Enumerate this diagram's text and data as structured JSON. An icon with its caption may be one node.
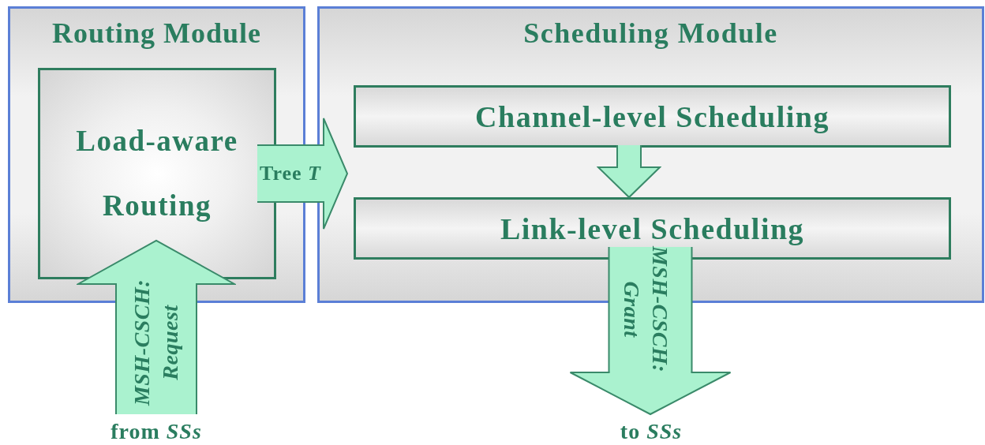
{
  "diagram": {
    "nodes": [
      {
        "text": [
          "Routing Module"
        ]
      },
      {
        "text": [
          "Load-aware Routing"
        ],
        "in": 0
      },
      {
        "text": [
          "Scheduling Module"
        ]
      },
      {
        "text": [
          "Channel-level Scheduling"
        ],
        "in": 2
      },
      {
        "text": [
          "Link-level Scheduling"
        ],
        "in": 2
      },
      {
        "text": [
          "from *SSs*"
        ]
      },
      {
        "text": [
          "to *SSs*"
        ]
      }
    ],
    "edges": [
      {
        "from": 5,
        "to": 1,
        "arrow": "to",
        "label": "MSH-CSCH: Request"
      },
      {
        "from": 1,
        "to": 2,
        "arrow": "to",
        "label": "Tree *T*"
      },
      {
        "from": 3,
        "to": 4,
        "arrow": "to"
      },
      {
        "from": 4,
        "to": 6,
        "arrow": "to",
        "label": "MSH-CSCH: Grant"
      }
    ]
  }
}
